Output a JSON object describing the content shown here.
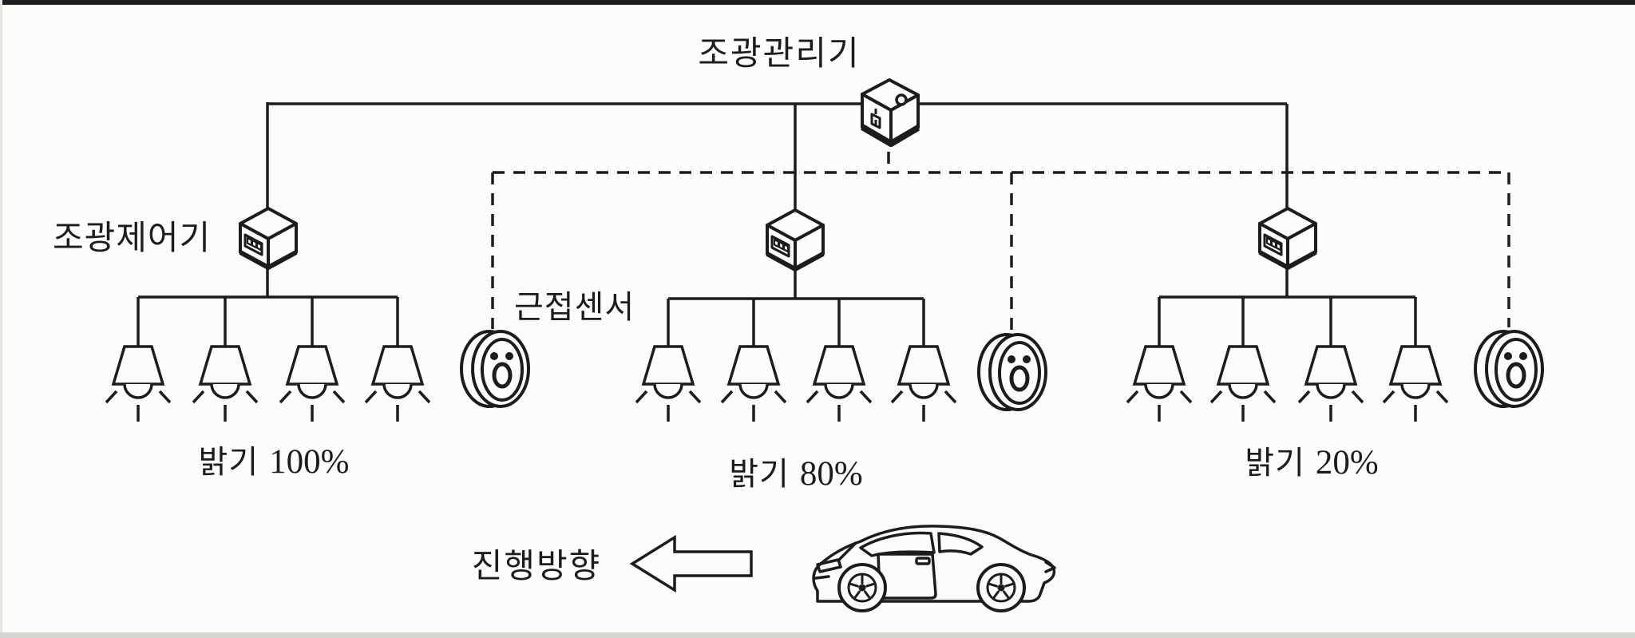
{
  "diagram": {
    "title": "조광관리기",
    "controller_label": "조광제어기",
    "sensor_label": "근접센서",
    "direction_label": "진행방향",
    "groups": [
      {
        "brightness": "밝기",
        "percent": "100%",
        "lamp_count": 4
      },
      {
        "brightness": "밝기",
        "percent": "80%",
        "lamp_count": 4
      },
      {
        "brightness": "밝기",
        "percent": "20%",
        "lamp_count": 4
      }
    ],
    "colors": {
      "ink": "#1c1c1c",
      "paper": "#fcfcfa"
    }
  }
}
